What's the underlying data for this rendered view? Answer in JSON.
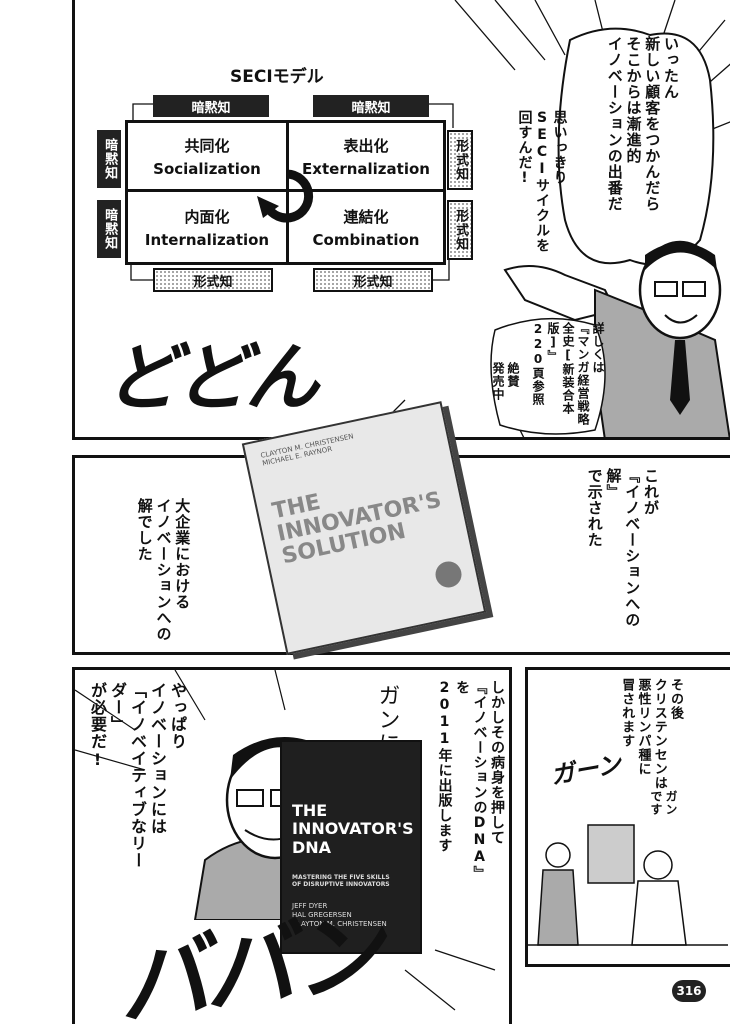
{
  "panel1": {
    "seci_title": "SECIモデル",
    "top_left_tag": "暗黙知",
    "top_right_tag": "暗黙知",
    "left_top_tag": "暗黙知",
    "left_bottom_tag": "暗黙知",
    "right_top_tag": "形式知",
    "right_bottom_tag": "形式知",
    "bottom_left_tag": "形式知",
    "bottom_right_tag": "形式知",
    "cells": [
      {
        "jp": "共同化",
        "en": "Socialization"
      },
      {
        "jp": "表出化",
        "en": "Externalization"
      },
      {
        "jp": "内面化",
        "en": "Internalization"
      },
      {
        "jp": "連結化",
        "en": "Combination"
      }
    ],
    "bubble_main": [
      "いったん",
      "新しい顧客をつかんだら",
      "そこからは漸進的",
      "イノベーションの出番だ"
    ],
    "bubble_seci": [
      "思いっきり",
      "SECIサイクルを",
      "回すんだ!"
    ],
    "note_ref": [
      "詳しくは",
      "『マンガ経営戦略",
      "全史[新装合本版]』",
      "220頁参照"
    ],
    "note_sale": [
      "絶賛",
      "発売中"
    ],
    "sfx": "どどん"
  },
  "panel2": {
    "right_text": [
      "これが",
      "『イノベーションへの解』",
      "で示された"
    ],
    "left_text": [
      "大企業における",
      "イノベーションへの",
      "解でした"
    ],
    "book_title": [
      "THE",
      "INNOVATOR'S",
      "SOLUTION"
    ],
    "book_authors": [
      "CLAYTON M. CHRISTENSEN",
      "MICHAEL E. RAYNOR"
    ]
  },
  "panel3": {
    "right_bubble": [
      "しかしその病身を押して",
      "『イノベーションのDNA』を",
      "2011年に出版します"
    ],
    "handwrite": "ガンになんて負けるか",
    "left_bubble": [
      "やっぱり",
      "イノベーションには",
      "「イノベイティブなリーダー」",
      "が必要だ!"
    ],
    "book_title": [
      "THE",
      "INNOVATOR'S",
      "DNA"
    ],
    "book_sub": [
      "MASTERING THE FIVE SKILLS",
      "OF DISRUPTIVE INNOVATORS"
    ],
    "book_authors": [
      "JEFF DYER",
      "HAL GREGERSEN",
      "CLAYTON M. CHRISTENSEN"
    ],
    "sfx": "ババン"
  },
  "panel4": {
    "caption": [
      "その後",
      "クリステンセンは",
      "悪性リンパ種に",
      "冒されます"
    ],
    "sfx": "ガーン",
    "doctor_speech": [
      "ガン",
      "です"
    ]
  },
  "page_number": "316"
}
